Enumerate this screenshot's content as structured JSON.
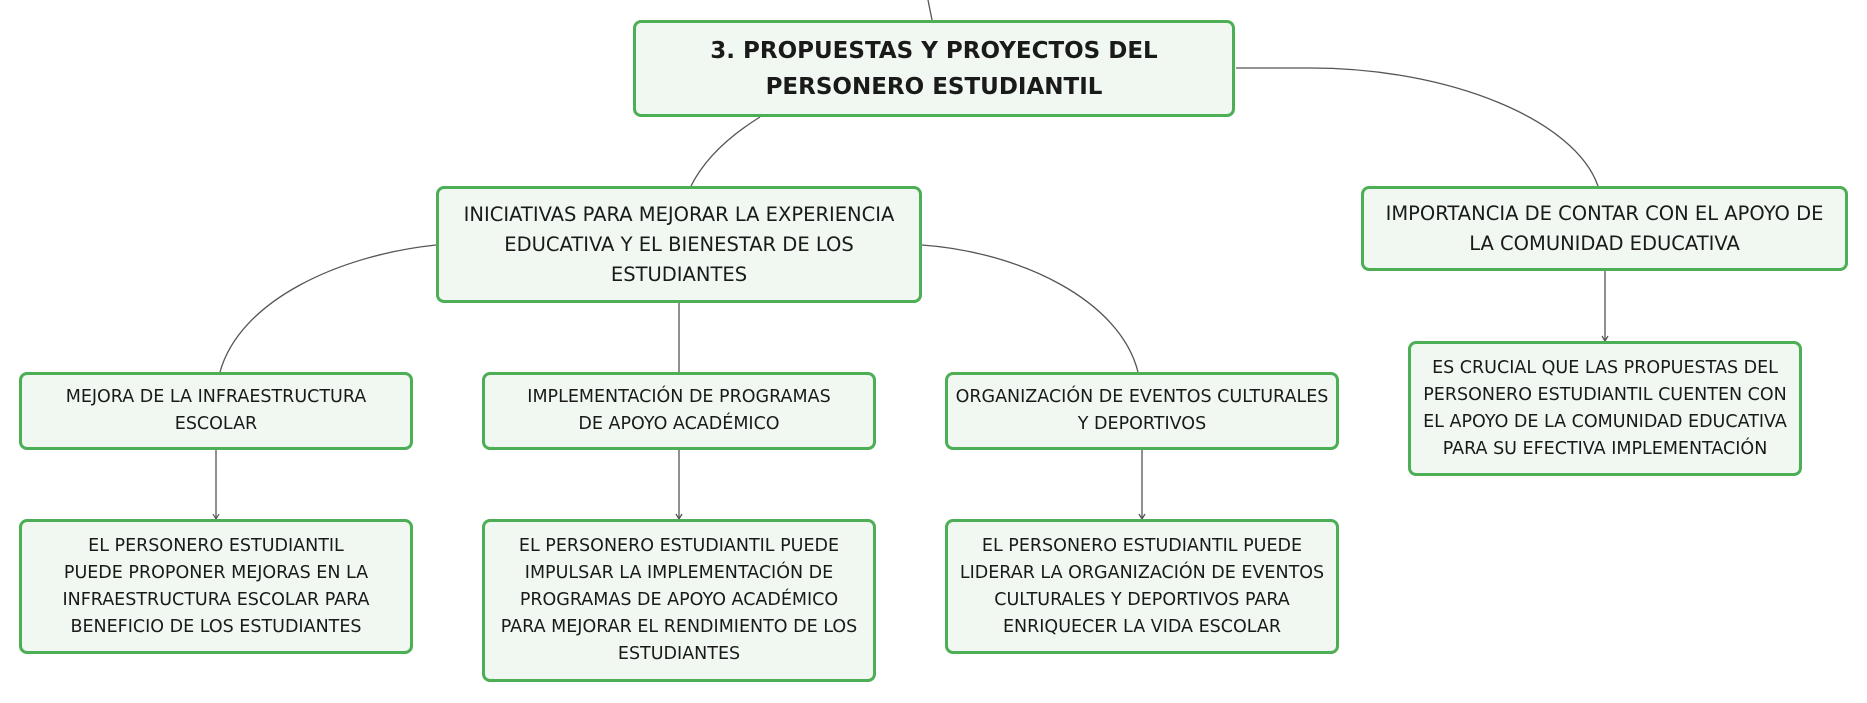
{
  "diagram": {
    "root": {
      "label": "3. PROPUESTAS Y PROYECTOS DEL PERSONERO ESTUDIANTIL"
    },
    "branches": [
      {
        "label": "INICIATIVAS PARA MEJORAR LA EXPERIENCIA EDUCATIVA Y EL BIENESTAR DE LOS ESTUDIANTES",
        "children": [
          {
            "label": "MEJORA DE LA INFRAESTRUCTURA ESCOLAR",
            "detail": "EL PERSONERO ESTUDIANTIL PUEDE PROPONER MEJORAS EN LA INFRAESTRUCTURA ESCOLAR PARA BENEFICIO DE LOS ESTUDIANTES"
          },
          {
            "label": "IMPLEMENTACIÓN DE PROGRAMAS DE APOYO ACADÉMICO",
            "detail": "EL PERSONERO ESTUDIANTIL PUEDE IMPULSAR LA IMPLEMENTACIÓN DE PROGRAMAS DE APOYO ACADÉMICO PARA MEJORAR EL RENDIMIENTO DE LOS ESTUDIANTES"
          },
          {
            "label": "ORGANIZACIÓN DE EVENTOS CULTURALES Y DEPORTIVOS",
            "detail": "EL PERSONERO ESTUDIANTIL PUEDE LIDERAR LA ORGANIZACIÓN DE EVENTOS CULTURALES Y DEPORTIVOS PARA ENRIQUECER LA VIDA ESCOLAR"
          }
        ]
      },
      {
        "label": "IMPORTANCIA DE CONTAR CON EL APOYO DE LA COMUNIDAD EDUCATIVA",
        "detail": "ES CRUCIAL QUE LAS PROPUESTAS DEL PERSONERO ESTUDIANTIL CUENTEN CON EL APOYO DE LA COMUNIDAD EDUCATIVA PARA SU EFECTIVA IMPLEMENTACIÓN"
      }
    ]
  },
  "colors": {
    "node_border": "#4caf55",
    "node_fill": "#f0f8f1",
    "connector": "#555555",
    "text": "#1a1a1a"
  }
}
